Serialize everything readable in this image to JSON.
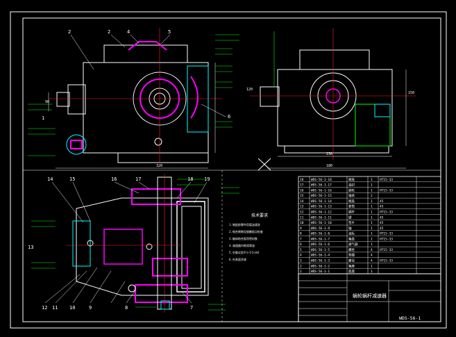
{
  "drawing": {
    "background": "#000000",
    "colors": {
      "outline": "#ffffff",
      "center": "#ff2020",
      "dimension": "#ffffff",
      "annotation": "#00ff00",
      "hatch": "#ff00ff",
      "cyan": "#00ffff",
      "yellow": "#ffff00",
      "blue": "#3050ff"
    },
    "balloons_front": [
      "2",
      "2",
      "4",
      "5",
      "6",
      "1"
    ],
    "balloons_section": [
      "14",
      "15",
      "16",
      "17",
      "18",
      "19",
      "13",
      "12",
      "11",
      "10",
      "9",
      "8",
      "7"
    ],
    "tech_requirements_title": "技术要求",
    "tech_requirements": [
      "1.装配前零件用煤油清洗",
      "2.啮合侧隙及接触斑点检查",
      "3.箱体结合面涂密封胶",
      "4.减速器内装润滑油",
      "5.空载试验不少于2小时",
      "6.外表面涂漆"
    ],
    "bom_rows": [
      {
        "no": "18",
        "code": "WDS-56-1-18",
        "name": "端盖",
        "qty": "1",
        "mat": "HT15-33"
      },
      {
        "no": "17",
        "code": "WDS-56-1-17",
        "name": "油封",
        "qty": "1",
        "mat": ""
      },
      {
        "no": "16",
        "code": "WDS-56-1-16",
        "name": "蜗轮",
        "qty": "1",
        "mat": "HT15-33"
      },
      {
        "no": "15",
        "code": "WDS-56-1-15",
        "name": "轴承",
        "qty": "2",
        "mat": ""
      },
      {
        "no": "14",
        "code": "WDS-56-1-14",
        "name": "端盖",
        "qty": "1",
        "mat": "45"
      },
      {
        "no": "13",
        "code": "WDS-56-1-13",
        "name": "套筒",
        "qty": "1",
        "mat": "45"
      },
      {
        "no": "12",
        "code": "WDS-56-1-12",
        "name": "蜗杆",
        "qty": "1",
        "mat": "HT15-33"
      },
      {
        "no": "11",
        "code": "WDS-56-1-11",
        "name": "键",
        "qty": "1",
        "mat": "45"
      },
      {
        "no": "10",
        "code": "WDS-56-1-10",
        "name": "垫片",
        "qty": "1",
        "mat": "45"
      },
      {
        "no": "9",
        "code": "WDS-56-1-9",
        "name": "轴",
        "qty": "1",
        "mat": "45"
      },
      {
        "no": "8",
        "code": "WDS-56-1-8",
        "name": "油标",
        "qty": "1",
        "mat": "HT15-33"
      },
      {
        "no": "7",
        "code": "WDS-56-1-7",
        "name": "箱盖",
        "qty": "1",
        "mat": "HT15-33"
      },
      {
        "no": "6",
        "code": "WDS-56-1-6",
        "name": "通气器",
        "qty": "1",
        "mat": ""
      },
      {
        "no": "5",
        "code": "WDS-56-1-5",
        "name": "螺栓",
        "qty": "4",
        "mat": "HT15-33"
      },
      {
        "no": "4",
        "code": "WDS-56-1-4",
        "name": "垫圈",
        "qty": "4",
        "mat": ""
      },
      {
        "no": "3",
        "code": "WDS-56-1-3",
        "name": "螺母",
        "qty": "4",
        "mat": "HT15-33"
      },
      {
        "no": "2",
        "code": "WDS-56-1-2",
        "name": "箱座",
        "qty": "1",
        "mat": ""
      },
      {
        "no": "1",
        "code": "WDS-56-1-1",
        "name": "底座",
        "qty": "1",
        "mat": ""
      }
    ],
    "title_block": {
      "title": "蜗轮蜗杆减速器",
      "drawing_no": "WDS-56-1"
    },
    "dims": {
      "d150": "150",
      "d120": "120",
      "d320": "320",
      "d180": "180",
      "d230": "230",
      "d90": "90"
    }
  }
}
